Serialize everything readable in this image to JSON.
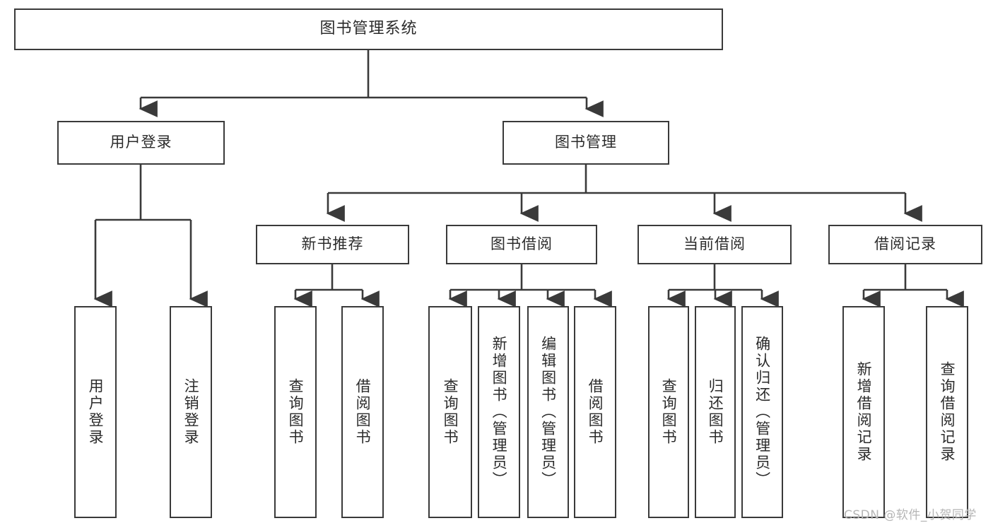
{
  "diagram": {
    "type": "tree-hierarchy-diagram",
    "title": "图书管理系统",
    "root": {
      "label": "图书管理系统"
    },
    "level2": [
      {
        "label": "用户登录"
      },
      {
        "label": "图书管理"
      }
    ],
    "level3": [
      {
        "label": "新书推荐"
      },
      {
        "label": "图书借阅"
      },
      {
        "label": "当前借阅"
      },
      {
        "label": "借阅记录"
      }
    ],
    "leaves": {
      "user_login": [
        {
          "label": "用户登录"
        },
        {
          "label": "注销登录"
        }
      ],
      "new_book_recommend": [
        {
          "label": "查询图书"
        },
        {
          "label": "借阅图书"
        }
      ],
      "book_borrow": [
        {
          "label": "查询图书"
        },
        {
          "label": "新增图书（管理员）"
        },
        {
          "label": "编辑图书（管理员）"
        },
        {
          "label": "借阅图书"
        }
      ],
      "current_borrow": [
        {
          "label": "查询图书"
        },
        {
          "label": "归还图书"
        },
        {
          "label": "确认归还（管理员）"
        }
      ],
      "borrow_record": [
        {
          "label": "新增借阅记录"
        },
        {
          "label": "查询借阅记录"
        }
      ]
    },
    "watermark": "CSDN @软件_小贺同学",
    "colors": {
      "stroke": "#3a3a3a",
      "background": "#ffffff",
      "text": "#2b2b2b",
      "watermark": "#b6b6b6"
    }
  }
}
